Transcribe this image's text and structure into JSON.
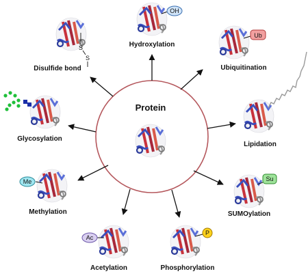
{
  "center": {
    "label": "Protein",
    "ring_color": "#b5585d"
  },
  "modifications": {
    "hydroxylation": {
      "label": "Hydroxylation",
      "tag": "OH",
      "tag_color": "#cfe3f7",
      "tag_border": "#3a6fb0"
    },
    "ubiquitination": {
      "label": "Ubiquitination",
      "tag": "Ub",
      "tag_color": "#f2a0a0",
      "tag_border": "#b23a3a"
    },
    "lipidation": {
      "label": "Lipidation"
    },
    "sumoylation": {
      "label": "SUMOylation",
      "tag": "Su",
      "tag_color": "#9ee39a",
      "tag_border": "#2f8a2f"
    },
    "phosphorylation": {
      "label": "Phosphorylation",
      "tag": "P",
      "tag_color": "#ffd21c",
      "tag_border": "#a07a00"
    },
    "acetylation": {
      "label": "Acetylation",
      "tag": "Ac",
      "tag_color": "#d9cff0",
      "tag_border": "#6a55a8"
    },
    "methylation": {
      "label": "Methylation",
      "tag": "Me",
      "tag_color": "#9fe6f0",
      "tag_border": "#2a8a9a"
    },
    "glycosylation": {
      "label": "Glycosylation",
      "sugar_color": "#1fbf3a",
      "link_color": "#1b2fa8"
    },
    "disulfide": {
      "label": "Disulfide bond",
      "atom_1": "S",
      "atom_2": "S"
    }
  },
  "colors": {
    "protein_red": "#c8323c",
    "protein_blue": "#3b4fbd",
    "protein_grey": "#9a9a9a",
    "arrow": "#111111"
  }
}
